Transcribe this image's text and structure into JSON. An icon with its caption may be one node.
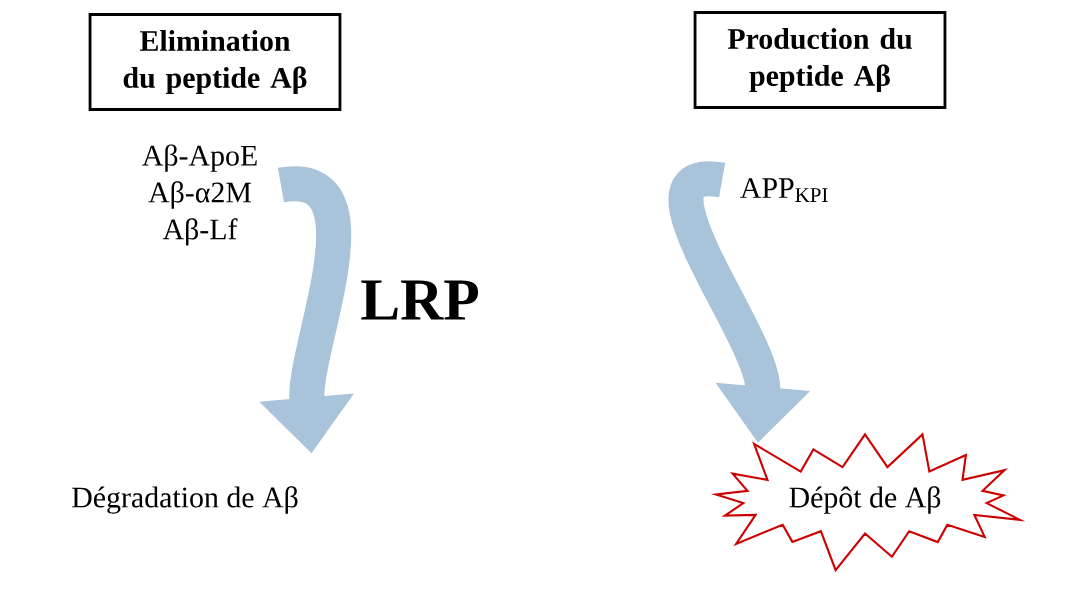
{
  "diagram": {
    "nodes": [
      {
        "text": [
          "Elimination du peptide Aβ"
        ]
      },
      {
        "text": [
          "Production du peptide Aβ"
        ]
      },
      {
        "text": [
          "Aβ-ApoE",
          "Aβ-α2M",
          "Aβ-Lf"
        ]
      },
      {
        "text": [
          "Dégradation de Aβ"
        ]
      },
      {
        "text": [
          "APP$_{KPI}$"
        ]
      },
      {
        "text": [
          "Dépôt de Aβ"
        ]
      }
    ],
    "edges": [
      {
        "from": 2,
        "to": 3,
        "arrow": "to"
      },
      {
        "from": 4,
        "to": 5,
        "arrow": "to"
      }
    ],
    "labels": [
      "LRP"
    ]
  }
}
